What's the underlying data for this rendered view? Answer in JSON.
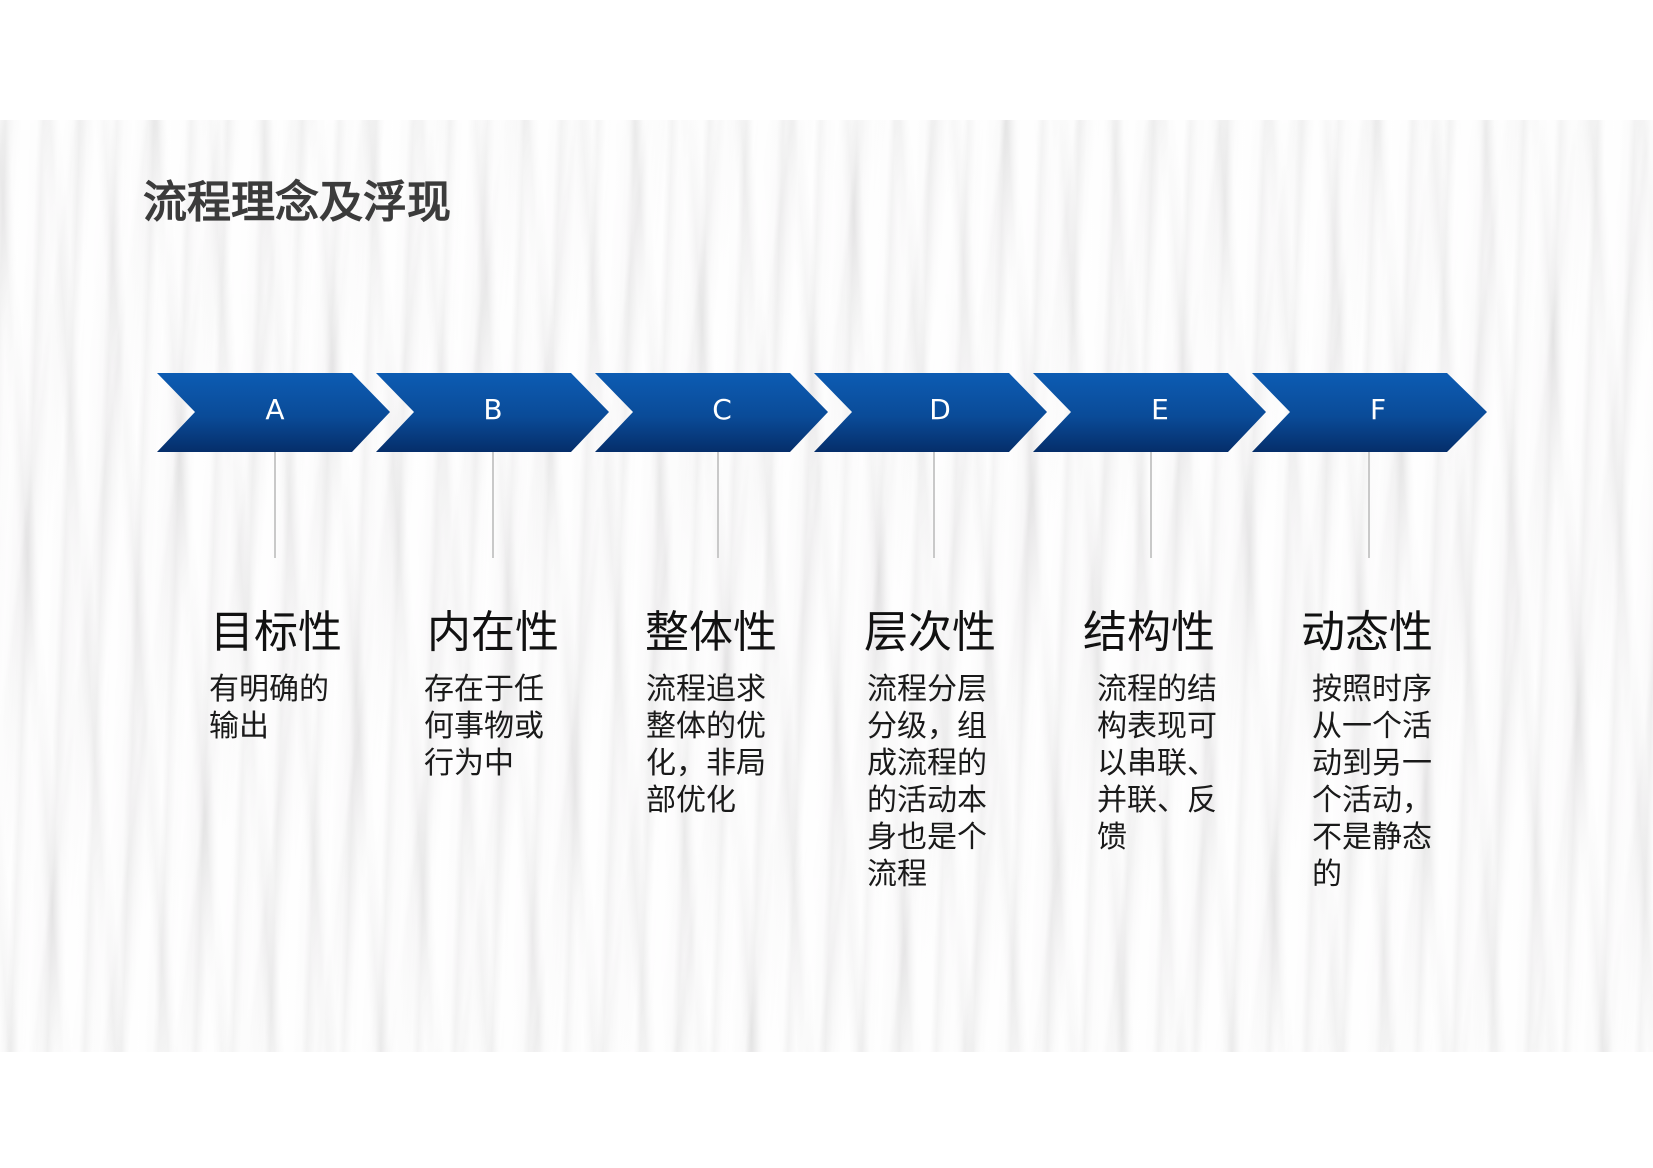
{
  "slide": {
    "title": "流程理念及浮现",
    "accent_color": "#0b4fa0",
    "accent_dark": "#06306e",
    "steps": [
      {
        "letter": "A",
        "heading": "目标性",
        "description": "有明确的输出"
      },
      {
        "letter": "B",
        "heading": "内在性",
        "description": "存在于任何事物或行为中"
      },
      {
        "letter": "C",
        "heading": "整体性",
        "description": "流程追求整体的优化，非局部优化"
      },
      {
        "letter": "D",
        "heading": "层次性",
        "description": "流程分层分级，组成流程的的活动本身也是个流程"
      },
      {
        "letter": "E",
        "heading": "结构性",
        "description": "流程的结构表现可以串联、并联、反馈"
      },
      {
        "letter": "F",
        "heading": "动态性",
        "description": "按照时序从一个活动到另一个活动，不是静态的"
      }
    ]
  }
}
